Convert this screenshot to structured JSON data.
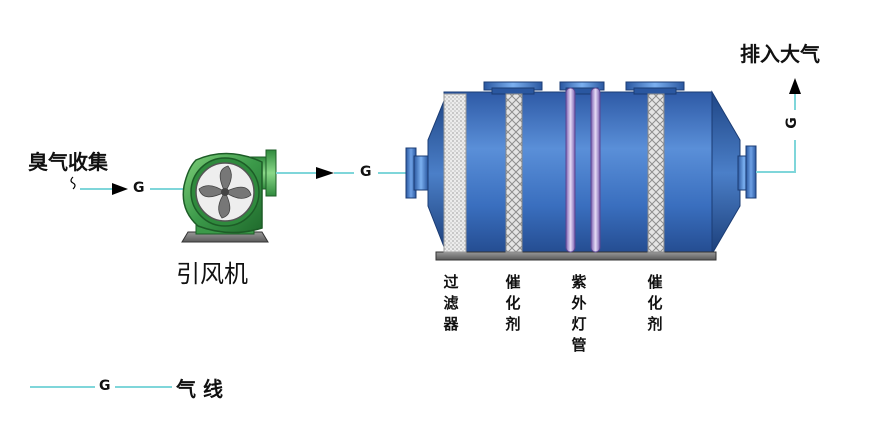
{
  "labels": {
    "inlet_title": "臭气收集",
    "outlet_title": "排入大气",
    "fan_label": "引风机",
    "gas_tag_inlet": "G",
    "gas_tag_middle": "G",
    "gas_tag_outlet": "G",
    "components": [
      {
        "id": "filter",
        "text": "过滤器"
      },
      {
        "id": "catalyst1",
        "text": "催化剂"
      },
      {
        "id": "uv_lamp",
        "text": "紫外灯管"
      },
      {
        "id": "catalyst2",
        "text": "催化剂"
      }
    ]
  },
  "legend": {
    "gas_symbol": "G",
    "gas_text": "气 线"
  },
  "colors": {
    "gas_line": "#7fd6da",
    "vessel_blue": "#3a6fbf",
    "fan_green": "#3c9a4a",
    "mesh": "#dcdcdc",
    "lamp": "#c9b6e6"
  }
}
